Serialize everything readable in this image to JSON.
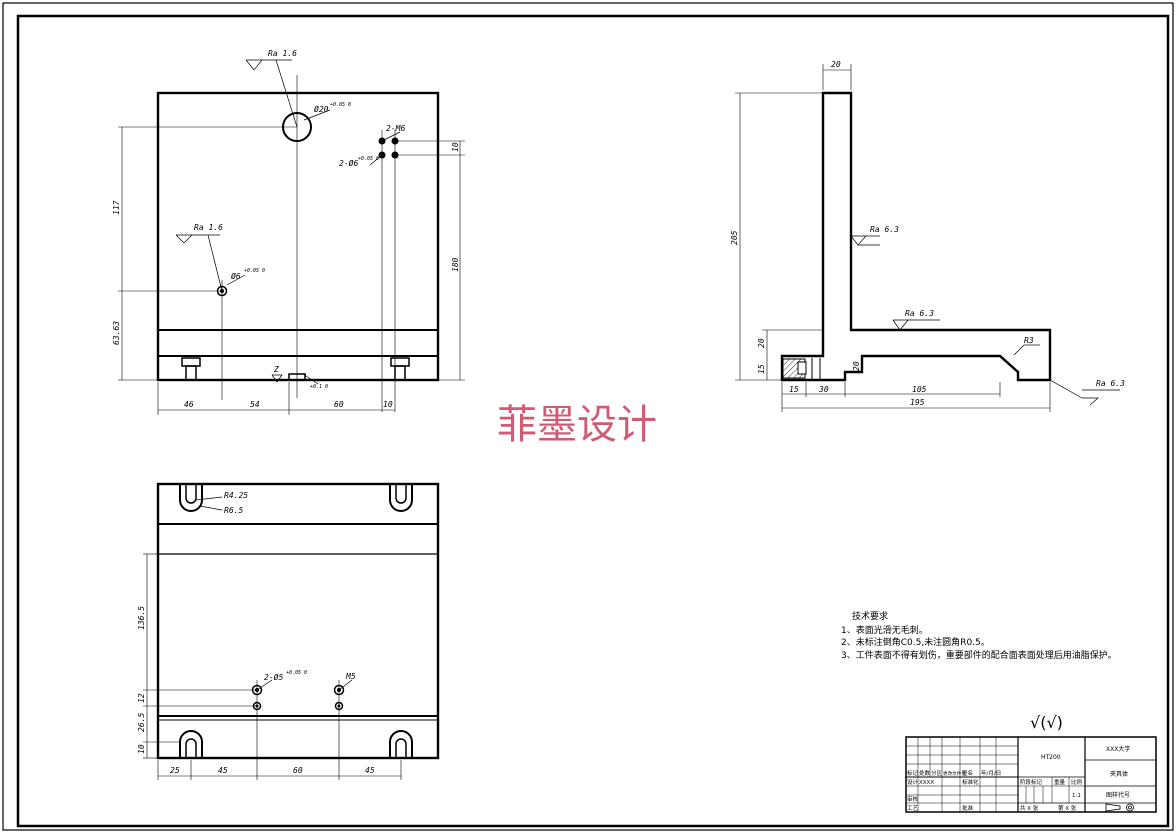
{
  "watermark": "菲墨设计",
  "front_view": {
    "callouts": {
      "ra_top": "Ra 1.6",
      "ra_left": "Ra 1.6",
      "hole_big": "Ø20",
      "hole_big_tol": "+0.05 0",
      "hole_small": "Ø6",
      "hole_small_tol": "+0.05 0",
      "thread_top": "2-M6",
      "holes_pair": "2-Ø6",
      "holes_pair_tol": "+0.05 0",
      "slot_tol": "+0.1 0",
      "slot_z": "Z"
    },
    "dims_h": [
      "46",
      "54",
      "60",
      "10"
    ],
    "dims_v": [
      "117",
      "63.63",
      "180",
      "10"
    ]
  },
  "side_view": {
    "dims": [
      "20",
      "205",
      "20",
      "15",
      "20",
      "15",
      "30",
      "105",
      "195"
    ],
    "callouts": {
      "ra_mid": "Ra 6.3",
      "ra_base": "Ra 6.3",
      "ra_right": "Ra 6.3",
      "radius": "R3"
    }
  },
  "bottom_view": {
    "callouts": {
      "r_inner": "R4.25",
      "r_outer": "R6.5",
      "holes": "2-Ø5",
      "holes_tol": "+0.05 0",
      "thread": "M5"
    },
    "dims_h": [
      "25",
      "45",
      "60",
      "45"
    ],
    "dims_v": [
      "136.5",
      "12",
      "26.5",
      "10"
    ]
  },
  "tech_notes": {
    "title": "技术要求",
    "items": [
      "1、表面光滑无毛刺。",
      "2、未标注倒角C0.5,未注圆角R0.5。",
      "3、工件表面不得有划伤，重要部件的配合面表面处理后用油脂保护。"
    ]
  },
  "roughness_symbol": "√(√)",
  "title_block": {
    "material": "HT200",
    "university": "XXX大学",
    "part_name": "夹具体",
    "drawing_no": "图样代号",
    "scale": "1:1",
    "labels": {
      "mark": "标记",
      "count": "处数",
      "zone": "分区",
      "change_doc": "更改文件号",
      "sign": "签名",
      "date": "年/月/日",
      "design": "设计",
      "standard": "标准化",
      "review": "审核",
      "process": "工艺",
      "approve": "批准",
      "stage_mark": "阶段标记",
      "weight": "重量",
      "ratio": "比例",
      "sheets_total": "共 X 张",
      "sheet_no": "第 X 张"
    },
    "designer": "XXXX"
  }
}
